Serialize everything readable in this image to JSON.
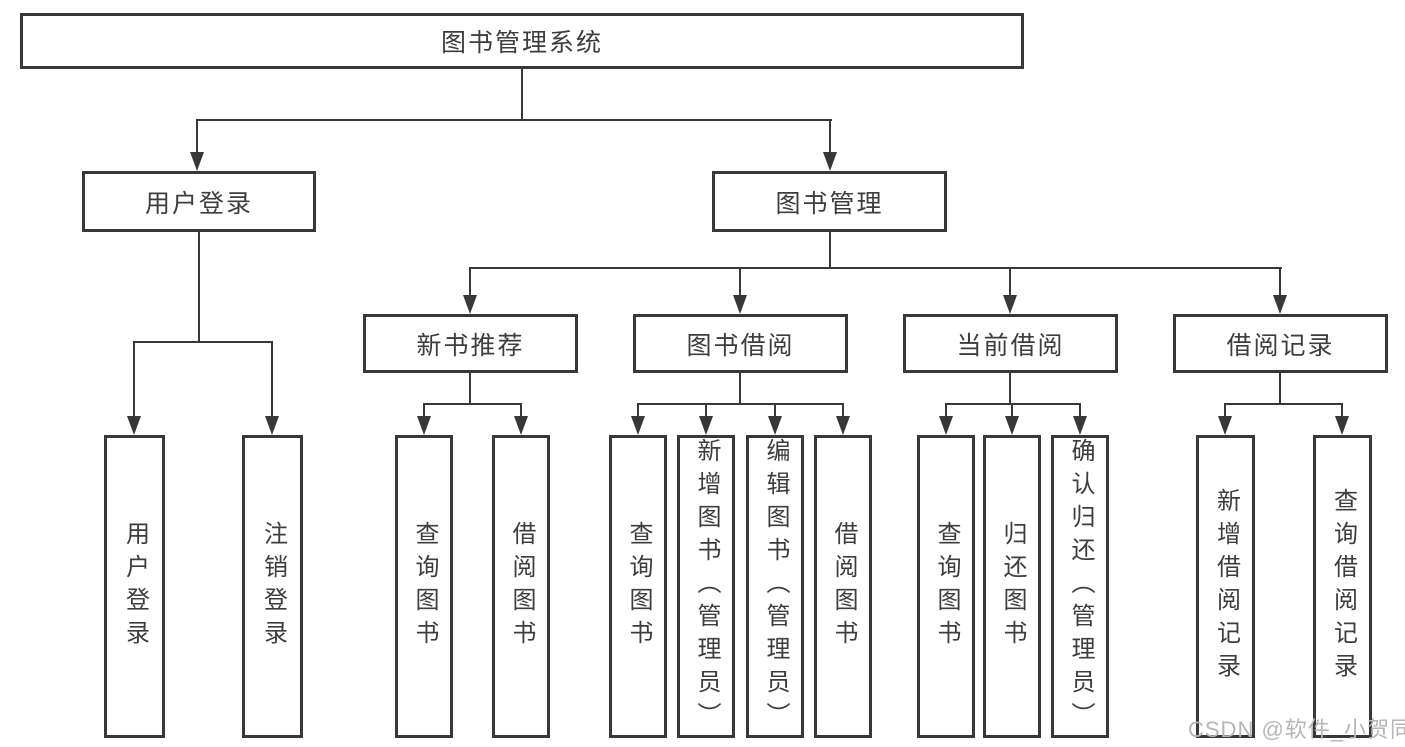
{
  "tree": {
    "root": {
      "label": "图书管理系统",
      "children": [
        {
          "label": "用户登录",
          "children": [
            {
              "label": "用户登录"
            },
            {
              "label": "注销登录"
            }
          ]
        },
        {
          "label": "图书管理",
          "children": [
            {
              "label": "新书推荐",
              "children": [
                {
                  "label": "查询图书"
                },
                {
                  "label": "借阅图书"
                }
              ]
            },
            {
              "label": "图书借阅",
              "children": [
                {
                  "label": "查询图书"
                },
                {
                  "label": "新增图书（管理员）"
                },
                {
                  "label": "编辑图书（管理员）"
                },
                {
                  "label": "借阅图书"
                }
              ]
            },
            {
              "label": "当前借阅",
              "children": [
                {
                  "label": "查询图书"
                },
                {
                  "label": "归还图书"
                },
                {
                  "label": "确认归还（管理员）"
                }
              ]
            },
            {
              "label": "借阅记录",
              "children": [
                {
                  "label": "新增借阅记录"
                },
                {
                  "label": "查询借阅记录"
                }
              ]
            }
          ]
        }
      ]
    }
  },
  "watermark": {
    "text": "CSDN @软件_小贺同学"
  },
  "colors": {
    "line": "#383838",
    "text": "#3d3d3d",
    "background": "#ffffff",
    "watermark": "#b6b6b6"
  }
}
